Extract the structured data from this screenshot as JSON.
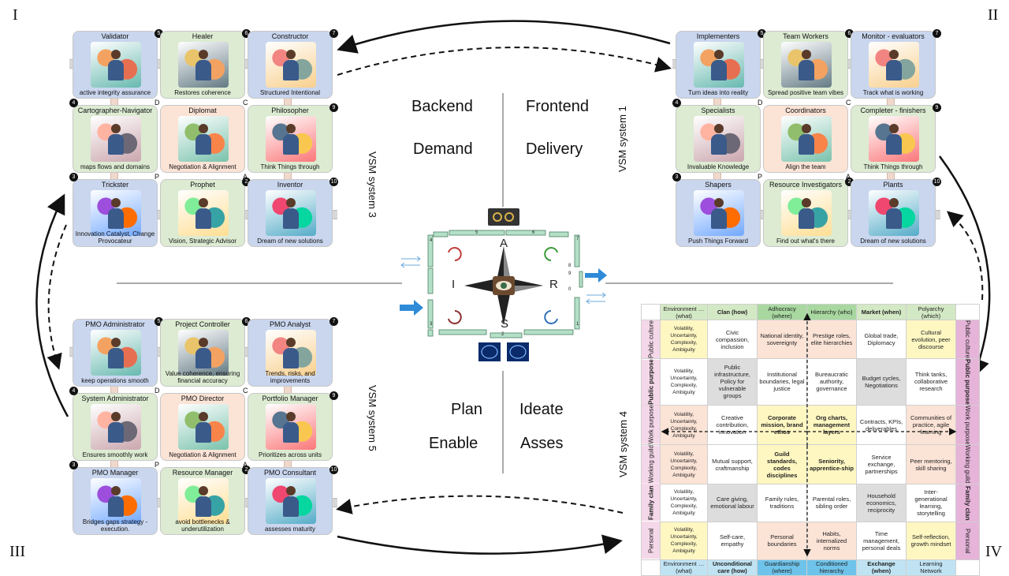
{
  "corners": {
    "tl": "I",
    "tr": "II",
    "bl": "III",
    "br": "IV"
  },
  "center": {
    "backend": "Backend",
    "frontend": "Frontend",
    "demand": "Demand",
    "delivery": "Delivery",
    "plan": "Plan",
    "ideate": "Ideate",
    "enable": "Enable",
    "asses": "Asses",
    "compass": {
      "n": "A",
      "s": "S",
      "w": "I",
      "e": "R"
    },
    "frame_numbers": [
      "5",
      "6",
      "7",
      "8",
      "9",
      "0",
      "1",
      "2",
      "3",
      "4"
    ]
  },
  "vsm_labels": {
    "s1": "VSM  system 1",
    "s3": "VSM system 3",
    "s4": "VSM system 4",
    "s5": "VSM system 5"
  },
  "letters": {
    "d": "D",
    "c": "C",
    "p": "P",
    "a": "A"
  },
  "grids": {
    "g1": {
      "cells": [
        {
          "title": "Validator",
          "caption": "active integrity assurance",
          "num": "5",
          "color": "blue"
        },
        {
          "title": "Healer",
          "caption": "Restores coherence",
          "num": "6",
          "color": "green"
        },
        {
          "title": "Constructor",
          "caption": "Structured      Intentional",
          "num": "7",
          "color": "blue"
        },
        {
          "title": "Cartographer-Navigator",
          "caption": "maps flows and domains",
          "num": "4",
          "color": "green"
        },
        {
          "title": "Diplomat",
          "caption": "Negotiation & Alignment",
          "num": "",
          "color": "peach"
        },
        {
          "title": "Philosopher",
          "caption": "Think Things through",
          "num": "9",
          "color": "green"
        },
        {
          "title": "Trickster",
          "caption": "Innovation Catalyst, Change Provocateur",
          "num": "3",
          "color": "blue"
        },
        {
          "title": "Prophet",
          "caption": "Vision, Strategic Advisor",
          "num": "2",
          "color": "green"
        },
        {
          "title": "Inventor",
          "caption": "Dream of new solutions",
          "num": "10",
          "color": "blue"
        }
      ]
    },
    "g2": {
      "cells": [
        {
          "title": "Implementers",
          "caption": "Turn ideas        into reality",
          "num": "5",
          "color": "blue"
        },
        {
          "title": "Team Workers",
          "caption": "Spread positive team vibes",
          "num": "6",
          "color": "green"
        },
        {
          "title": "Monitor - evaluators",
          "caption": "Track what     is working",
          "num": "7",
          "color": "blue"
        },
        {
          "title": "Specialists",
          "caption": "Invaluable      Knowledge",
          "num": "4",
          "color": "green"
        },
        {
          "title": "Coordinators",
          "caption": "Align the team",
          "num": "",
          "color": "peach"
        },
        {
          "title": "Completer - finishers",
          "caption": "Think Things through",
          "num": "9",
          "color": "green"
        },
        {
          "title": "Shapers",
          "caption": "Push Things Forward",
          "num": "3",
          "color": "blue"
        },
        {
          "title": "Resource Investigators",
          "caption": "Find out what's there",
          "num": "2",
          "color": "green"
        },
        {
          "title": "Plants",
          "caption": "Dream of new solutions",
          "num": "10",
          "color": "blue"
        }
      ]
    },
    "g3": {
      "cells": [
        {
          "title": "PMO Administrator",
          "caption": "keep operations smooth",
          "num": "5",
          "color": "blue"
        },
        {
          "title": "Project Controller",
          "caption": "Value coherence, ensuring financial accuracy",
          "num": "6",
          "color": "green"
        },
        {
          "title": "PMO Analyst",
          "caption": "Trends, risks, and improvements",
          "num": "7",
          "color": "blue"
        },
        {
          "title": "System    Administrator",
          "caption": "Ensures smoothly work",
          "num": "4",
          "color": "green"
        },
        {
          "title": "PMO Director",
          "caption": "Negotiation & Alignment",
          "num": "",
          "color": "peach"
        },
        {
          "title": "Portfolio      Manager",
          "caption": "Prioritizes across units",
          "num": "9",
          "color": "green"
        },
        {
          "title": "PMO         Manager",
          "caption": "Bridges gaps strategy - execution.",
          "num": "3",
          "color": "blue"
        },
        {
          "title": "Resource Manager",
          "caption": "avoid bottlenecks & underutilization",
          "num": "2",
          "color": "green"
        },
        {
          "title": "PMO         Consultant",
          "caption": "assesses maturity",
          "num": "10",
          "color": "blue"
        }
      ]
    }
  },
  "matrix": {
    "col_headers": [
      "Environment … (what)",
      "Clan (how)",
      "Adhocracy (where)",
      "Hierarchy (who)",
      "Market (when)",
      "Polyarchy (which)"
    ],
    "col_footers": [
      "Environment … (what)",
      "Unconditional care (how)",
      "Guardianship (where)",
      "Conditioned hierarchy",
      "Exchange (when)",
      "Learning Network"
    ],
    "row_labels_left": [
      "Public culture",
      "Public purpose",
      "Work purpose",
      "Working guild",
      "Family clan",
      "Personal"
    ],
    "row_labels_right": [
      "Public culture",
      "Public purpose",
      "Work purpose",
      "Working guild",
      "Family clan",
      "Personal"
    ],
    "env_cell": "Volatility, Uncertainty, Complexity, Ambiguity",
    "rows": [
      [
        "Civic compassion, inclusion",
        "National identity, sovereignty",
        "Prestige roles, elite hierarchies",
        "Global trade, Diplomacy",
        "Cultural evolution, peer discourse"
      ],
      [
        "Public infrastructure, Policy for vulnerable groups",
        "Institutional boundaries, legal justice",
        "Bureaucratic authority, governance",
        "Budget cycles, Negotiations",
        "Think tanks, collaborative research"
      ],
      [
        "Creative contribution, innovation",
        "Corporate mission, brand ethos",
        "Org charts, management layers",
        "Contracts, KPIs, deliverables",
        "Communities of practice, agile learning"
      ],
      [
        "Mutual support, craftmanship",
        "Guild standards, codes disciplines",
        "Seniority, apprentice-ship",
        "Service exchange, partnerships",
        "Peer mentoring, skill sharing"
      ],
      [
        "Care giving, emotional labour",
        "Family rules, traditions",
        "Parental roles, sibling order",
        "Household economics, reciprocity",
        "Inter-generational learning, storytelling"
      ],
      [
        "Self-care, empathy",
        "Personal boundaries",
        "Habits, internalized norms",
        "Time management, personal deals",
        "Self-reflection, growth mindset"
      ]
    ]
  },
  "colors": {
    "blue_cell": "#c9d6ee",
    "green_cell": "#dcebd2",
    "peach_cell": "#fbe3d6",
    "arrow_blue": "#2e8bd8",
    "frame_green": "#b5e0c8"
  }
}
